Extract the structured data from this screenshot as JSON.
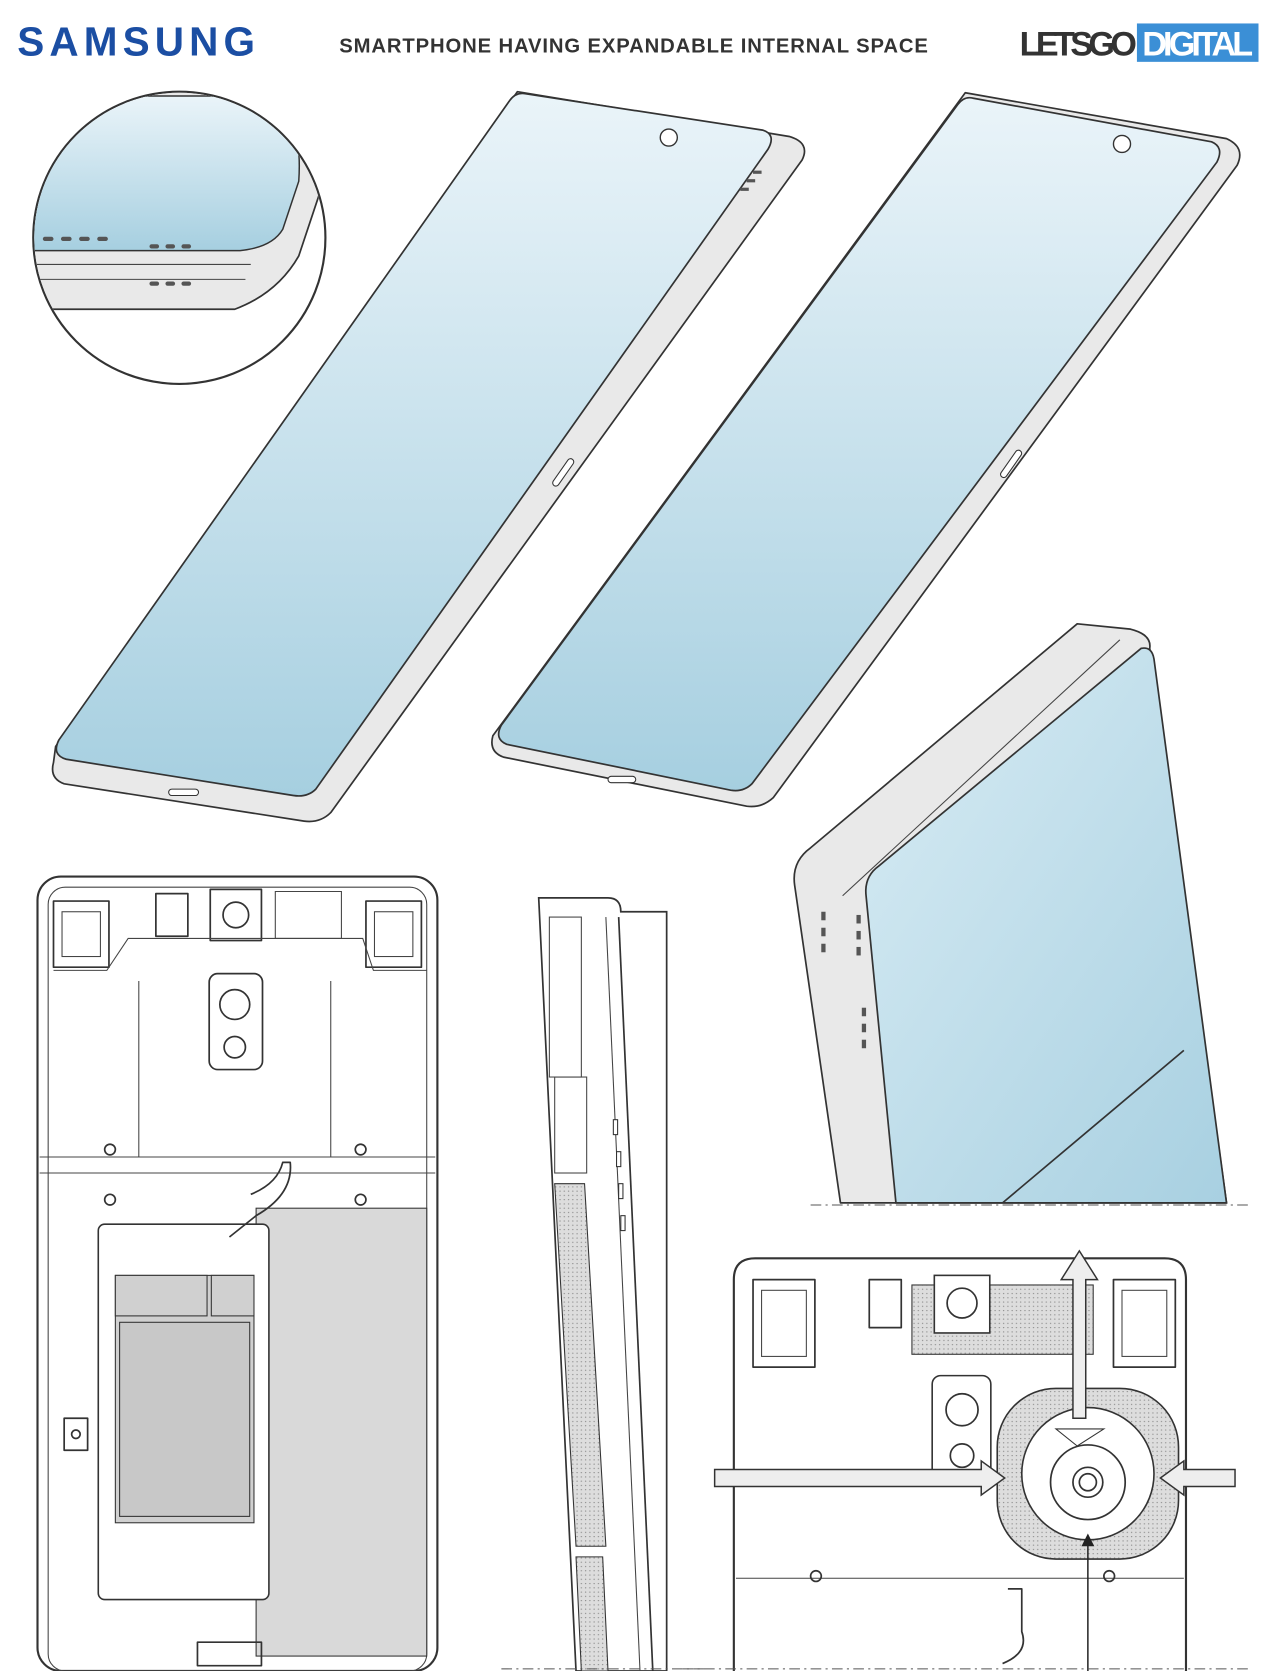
{
  "header": {
    "brand_logo": "SAMSUNG",
    "title": "SMARTPHONE HAVING EXPANDABLE INTERNAL SPACE",
    "source_logo_left": "LETSGO",
    "source_logo_right": "DIGITAL"
  },
  "colors": {
    "samsung_blue": "#1b4ea3",
    "letsgo_dark": "#333333",
    "digital_blue": "#3b8fd6",
    "screen_top": "#e6f2f8",
    "screen_bottom": "#a9d0e0",
    "frame": "#e6e6e6"
  }
}
